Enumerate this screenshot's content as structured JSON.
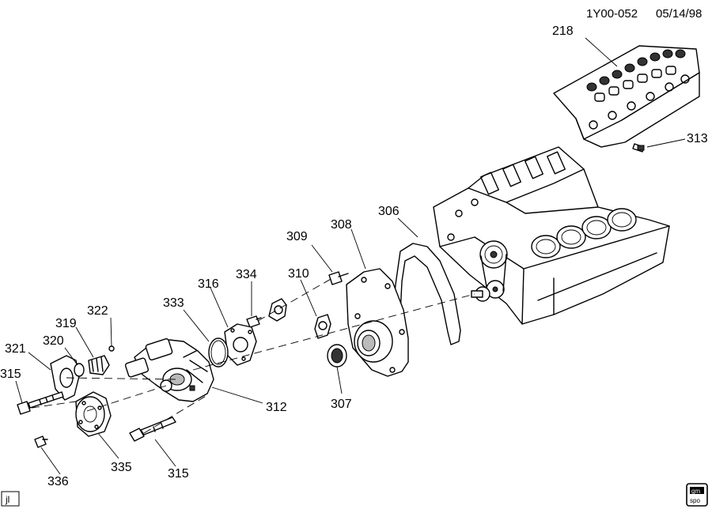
{
  "header": {
    "code": "1Y00-052",
    "date": "05/14/98"
  },
  "callouts": {
    "c218": "218",
    "c313": "313",
    "c306": "306",
    "c308": "308",
    "c309": "309",
    "c310": "310",
    "c334": "334",
    "c316": "316",
    "c333": "333",
    "c322": "322",
    "c319": "319",
    "c320": "320",
    "c321": "321",
    "c315a": "315",
    "c312": "312",
    "c307": "307",
    "c335": "335",
    "c315b": "315",
    "c336": "336"
  },
  "corner_mark": "jl",
  "logo": {
    "top": "gm",
    "bottom": "spo"
  }
}
